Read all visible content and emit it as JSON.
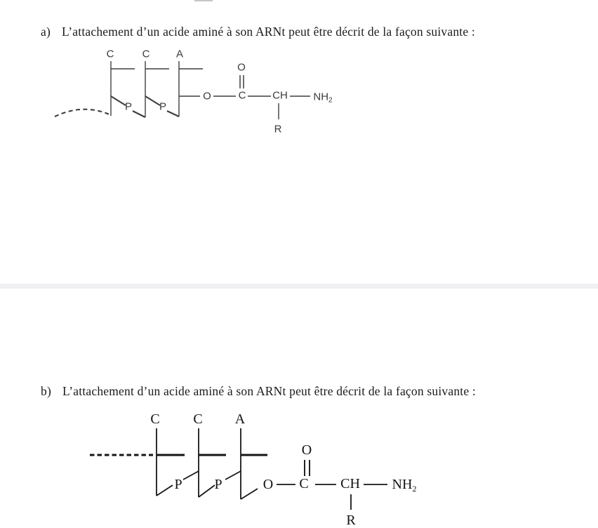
{
  "colors": {
    "diagram_a_ink": "#3f3f3f",
    "diagram_b_ink": "#161616",
    "separator_band": "#f1f1f4",
    "page_background": "#ffffff"
  },
  "section_a": {
    "label": "a)",
    "heading": "L’attachement d’un acide aminé à son ARNt peut être décrit de la façon suivante :",
    "diagram": {
      "bases": [
        "C",
        "C",
        "A"
      ],
      "phosphates": [
        "P",
        "P"
      ],
      "ester_oxygen": "O",
      "carbonyl_oxygen": "O",
      "carbonyl_carbon": "C",
      "alpha_carbon": "CH",
      "amine_main": "NH",
      "amine_sub": "2",
      "side_chain": "R"
    }
  },
  "section_b": {
    "label": "b)",
    "heading": "L’attachement d’un acide aminé à son ARNt peut être décrit de la façon suivante :",
    "diagram": {
      "bases": [
        "C",
        "C",
        "A"
      ],
      "phosphates": [
        "P",
        "P"
      ],
      "ester_oxygen": "O",
      "carbonyl_oxygen": "O",
      "carbonyl_carbon": "C",
      "alpha_carbon": "CH",
      "amine_main": "NH",
      "amine_sub": "2",
      "side_chain": "R"
    }
  }
}
